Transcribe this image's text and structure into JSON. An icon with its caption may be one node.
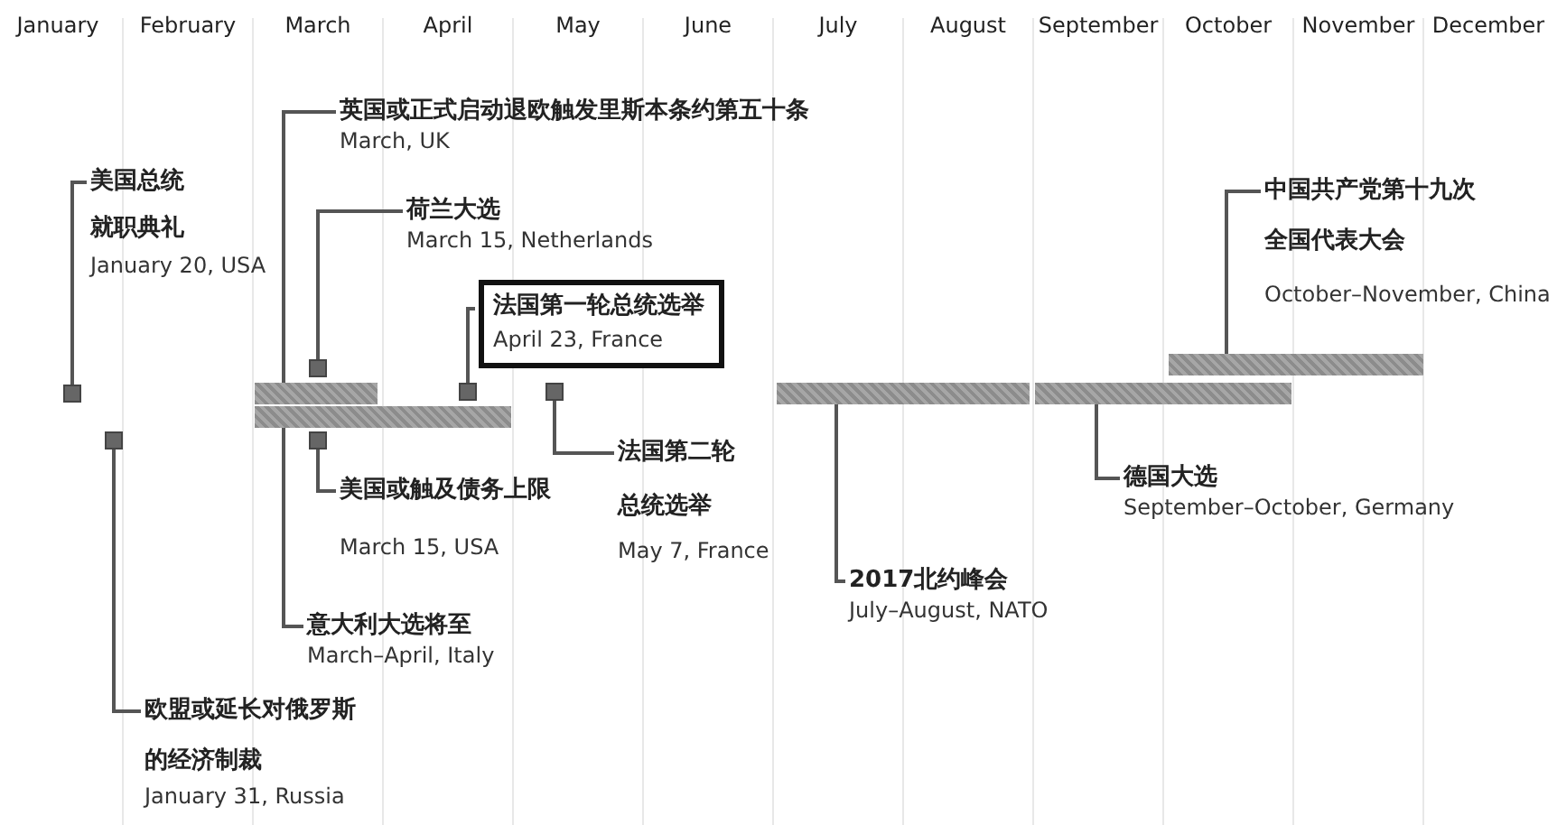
{
  "diagram": {
    "nodes": [
      {
        "text": [
          "美国总统就职典礼",
          "January 20, USA"
        ]
      },
      {
        "text": [
          "英国或正式启动退欧触发里斯本条约第五十条",
          "March, UK"
        ]
      },
      {
        "text": [
          "荷兰大选",
          "March 15, Netherlands"
        ]
      },
      {
        "text": [
          "法国第一轮总统选举",
          "April 23, France"
        ]
      },
      {
        "text": [
          "法国第二轮总统选举",
          "May 7, France"
        ]
      },
      {
        "text": [
          "美国或触及债务上限",
          "March 15, USA"
        ]
      },
      {
        "text": [
          "意大利大选将至",
          "March–April, Italy"
        ]
      },
      {
        "text": [
          "欧盟或延长对俄罗斯的经济制裁",
          "January 31, Russia"
        ]
      },
      {
        "text": [
          "2017北约峰会",
          "July–August, NATO"
        ]
      },
      {
        "text": [
          "德国大选",
          "September–October, Germany"
        ]
      },
      {
        "text": [
          "中国共产党第十九次全国代表大会",
          "October–November, China"
        ]
      },
      {
        "text": [],
        "shape": "box"
      },
      {
        "text": [],
        "shape": "box"
      },
      {
        "text": [],
        "shape": "bar"
      },
      {
        "text": [],
        "shape": "bar"
      },
      {
        "text": [],
        "shape": "box"
      },
      {
        "text": [],
        "shape": "box"
      },
      {
        "text": [],
        "shape": "box"
      },
      {
        "text": [],
        "shape": "box"
      },
      {
        "text": [],
        "shape": "bar"
      },
      {
        "text": [],
        "shape": "bar"
      },
      {
        "text": [],
        "shape": "bar"
      }
    ],
    "edges": [
      {
        "from": 11,
        "to": 0,
        "arrow": "none"
      },
      {
        "from": 13,
        "to": 1,
        "arrow": "none"
      },
      {
        "from": 15,
        "to": 2,
        "arrow": "none"
      },
      {
        "from": 17,
        "to": 3,
        "arrow": "none"
      },
      {
        "from": 18,
        "to": 4,
        "arrow": "none"
      },
      {
        "from": 16,
        "to": 5,
        "arrow": "none"
      },
      {
        "from": 14,
        "to": 6,
        "arrow": "none"
      },
      {
        "from": 12,
        "to": 7,
        "arrow": "none"
      },
      {
        "from": 19,
        "to": 8,
        "arrow": "none"
      },
      {
        "from": 20,
        "to": 9,
        "arrow": "none"
      },
      {
        "from": 21,
        "to": 10,
        "arrow": "none"
      }
    ],
    "labels": [
      "January",
      "February",
      "March",
      "April",
      "May",
      "June",
      "July",
      "August",
      "September",
      "October",
      "November",
      "December"
    ]
  }
}
